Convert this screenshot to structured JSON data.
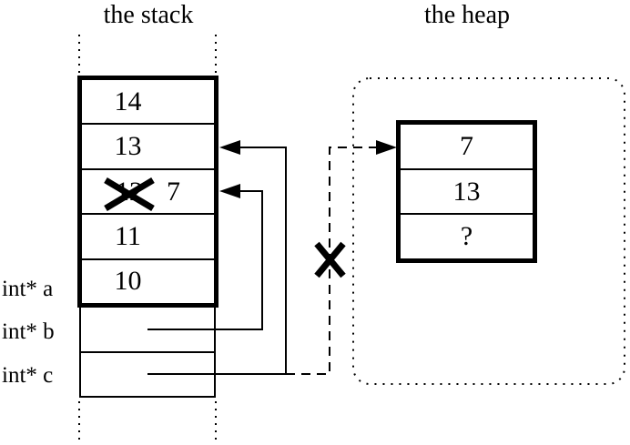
{
  "colors": {
    "ink": "#000000",
    "background": "#ffffff"
  },
  "titles": {
    "stack": "the stack",
    "heap": "the heap"
  },
  "stack": {
    "cells": [
      {
        "value": "14"
      },
      {
        "value": "13"
      },
      {
        "old_value": "12",
        "new_value": "7",
        "crossed_out": true
      },
      {
        "value": "11"
      },
      {
        "value": "10"
      }
    ],
    "variable_labels": [
      {
        "label": "int* a"
      },
      {
        "label": "int* b"
      },
      {
        "label": "int* c"
      }
    ]
  },
  "heap": {
    "cells": [
      {
        "value": "7"
      },
      {
        "value": "13"
      },
      {
        "value": "?"
      }
    ]
  },
  "icons": {
    "cross_out": "✕",
    "arrow_left": "◄",
    "arrow_right": "►"
  }
}
